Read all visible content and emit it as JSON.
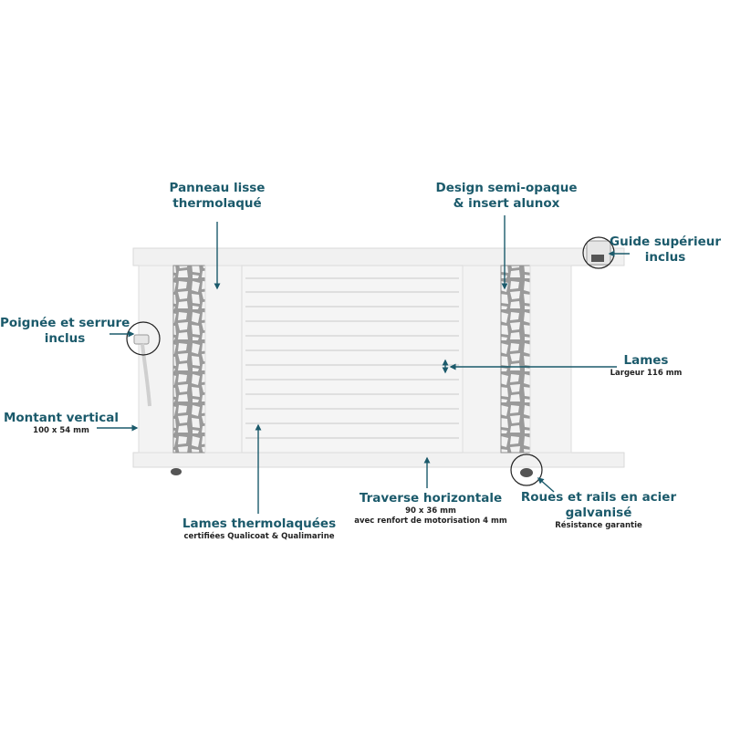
{
  "labels": {
    "panneau": {
      "line1": "Panneau lisse",
      "line2": "thermolaqué"
    },
    "design": {
      "line1": "Design semi-opaque",
      "line2": "& insert alunox"
    },
    "guide": {
      "line1": "Guide supérieur",
      "line2": "inclus"
    },
    "poignee": {
      "line1": "Poignée et serrure",
      "line2": "inclus"
    },
    "lames": {
      "title": "Lames",
      "sub": "Largeur 116 mm"
    },
    "montant": {
      "title": "Montant vertical",
      "sub": "100 x 54 mm"
    },
    "lames_thermo": {
      "title": "Lames thermolaquées",
      "sub": "certifiées Qualicoat & Qualimarine"
    },
    "traverse": {
      "title": "Traverse horizontale",
      "sub1": "90 x 36 mm",
      "sub2": "avec renfort de motorisation 4 mm"
    },
    "roues": {
      "line1": "Roues et rails en acier",
      "line2": "galvanisé",
      "sub": "Résistance garantie"
    }
  },
  "colors": {
    "label": "#1b5a6b",
    "arrow": "#1b5a6b",
    "gate": "#f4f4f4",
    "gate_edge": "#d6d6d6",
    "insert": "#9a9a9a"
  }
}
